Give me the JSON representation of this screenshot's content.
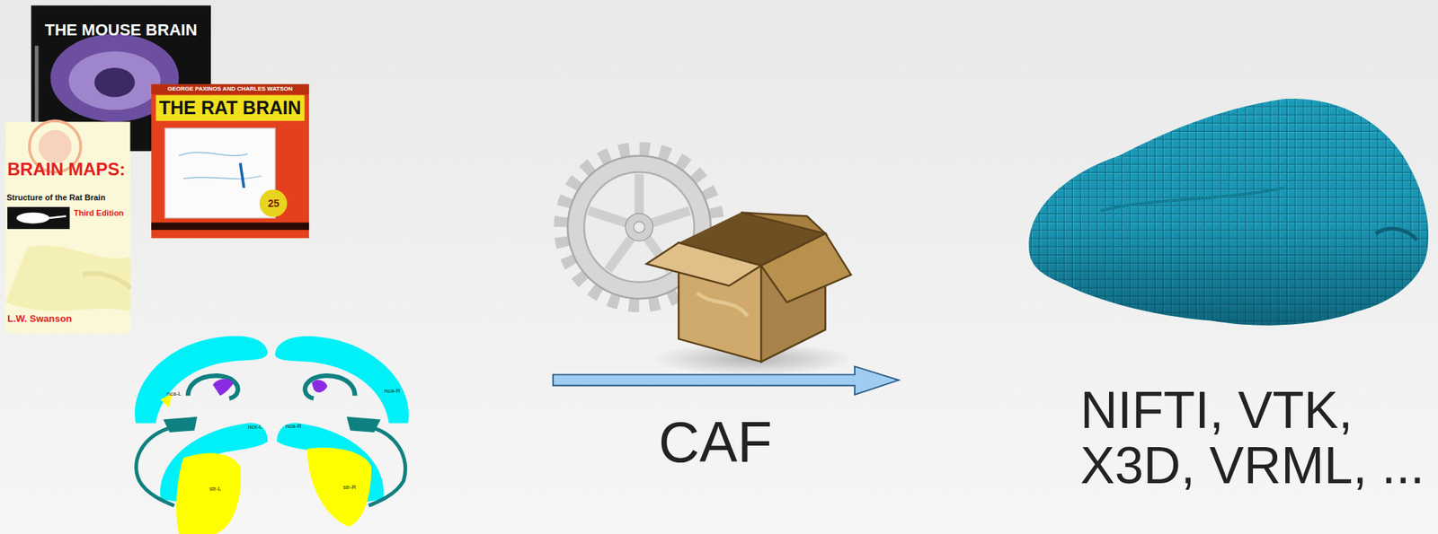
{
  "diagram": {
    "nodes": [
      {
        "text": [
          "THE MOUSE BRAIN"
        ]
      },
      {
        "text": [
          "GEORGE PAXINOS AND CHARLES WATSON",
          "THE RAT BRAIN",
          "25"
        ]
      },
      {
        "text": [
          "BRAIN MAPS:",
          "Structure of the Rat Brain",
          "Third Edition",
          "L.W. Swanson"
        ]
      }
    ],
    "labels": [
      "nca-L",
      "nca-R",
      "ncx-L",
      "nca-R",
      "str-L",
      "str-R",
      "CAF",
      "NIFTI, VTK, X3D, VRML, ..."
    ]
  }
}
